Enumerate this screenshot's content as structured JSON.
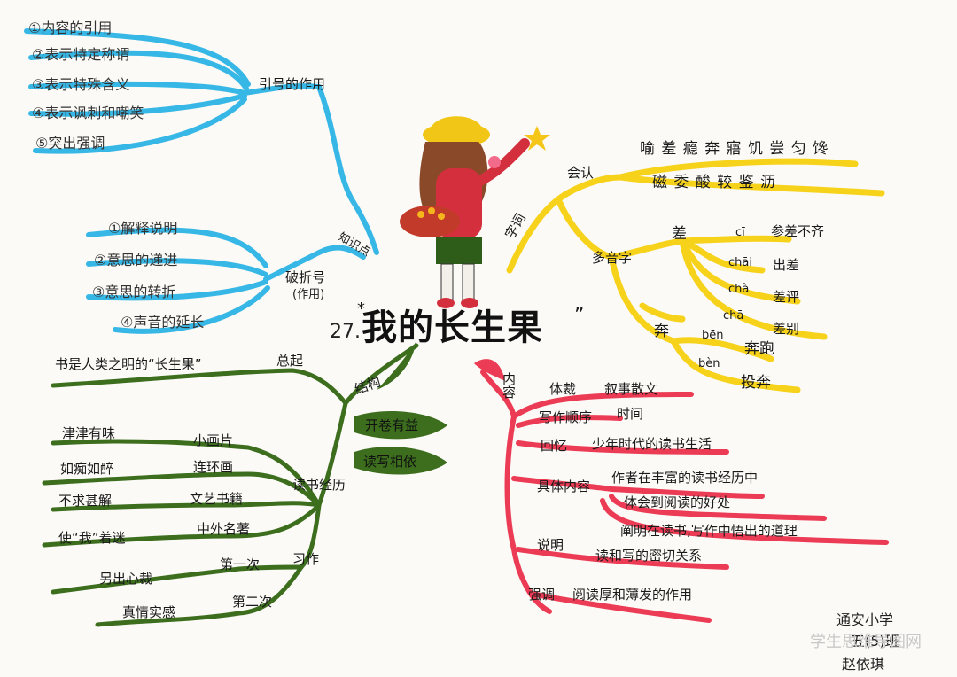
{
  "colors": {
    "blue": "#37b7e6",
    "yellow": "#f7d21b",
    "green": "#3c6e1e",
    "red": "#ec3b54",
    "ink": "#1a1a1a"
  },
  "center": {
    "number": "27.",
    "star": "*",
    "title": "我的长生果",
    "quote": "”"
  },
  "blue": {
    "quote_marks": {
      "label": "引号的作用",
      "items": [
        "①内容的引用",
        "②表示特定称谓",
        "③表示特殊含义",
        "④表示讽刺和嘲笑",
        "⑤突出强调"
      ]
    },
    "knowledge_label": "知识点",
    "dash": {
      "label": "破折号",
      "sub": "(作用)",
      "items": [
        "①解释说明",
        "②意思的递进",
        "③意思的转折",
        "④声音的延长"
      ]
    }
  },
  "yellow": {
    "root": "字词",
    "recognize": {
      "label": "会认",
      "row1": "喻 羞 瘾 奔 寤 饥 尝 匀 馋",
      "row2": "磁 委 酸 较 鉴 沥"
    },
    "polyphone": {
      "label": "多音字",
      "cha": {
        "char": "差",
        "items": [
          {
            "pinyin": "cī",
            "word": "参差不齐"
          },
          {
            "pinyin": "chāi",
            "word": "出差"
          },
          {
            "pinyin": "chà",
            "word": "差评"
          },
          {
            "pinyin": "chā",
            "word": "差别"
          }
        ]
      },
      "ben": {
        "char": "奔",
        "items": [
          {
            "pinyin": "bēn",
            "word": "奔跑"
          },
          {
            "pinyin": "bèn",
            "word": "投奔"
          }
        ]
      }
    }
  },
  "green": {
    "structure": "结构",
    "general": "总起",
    "general_text": "书是人类之明的“长生果”",
    "tag1": "开卷有益",
    "tag2": "读写相依",
    "reading": {
      "label": "读书经历",
      "items": [
        {
          "left": "津津有味",
          "mid": "小画片"
        },
        {
          "left": "如痴如醉",
          "mid": "连环画"
        },
        {
          "left": "不求甚解",
          "mid": "文艺书籍"
        },
        {
          "left": "使“我”着迷",
          "mid": "中外名著"
        }
      ]
    },
    "writing": {
      "label": "习作",
      "items": [
        {
          "left": "另出心裁",
          "mid": "第一次"
        },
        {
          "left": "真情实感",
          "mid": "第二次"
        }
      ]
    }
  },
  "red": {
    "root": "内容",
    "genre": {
      "label": "体裁",
      "value": "叙事散文"
    },
    "order": {
      "label": "写作顺序",
      "value": "时间"
    },
    "recall": {
      "label": "回忆",
      "value": "少年时代的读书生活"
    },
    "detail": {
      "label": "具体内容",
      "v1": "作者在丰富的读书经历中",
      "v2": "体会到阅读的好处",
      "v3": "阐明在读书,写作中悟出的道理"
    },
    "explain": {
      "label": "说明",
      "value": "读和写的密切关系"
    },
    "emphasis": {
      "label": "强调",
      "value": "阅读厚和薄发的作用"
    }
  },
  "signature": {
    "school": "通安小学",
    "class": "五(5)班",
    "name": "赵依琪"
  },
  "watermark": "学生思维导图网"
}
